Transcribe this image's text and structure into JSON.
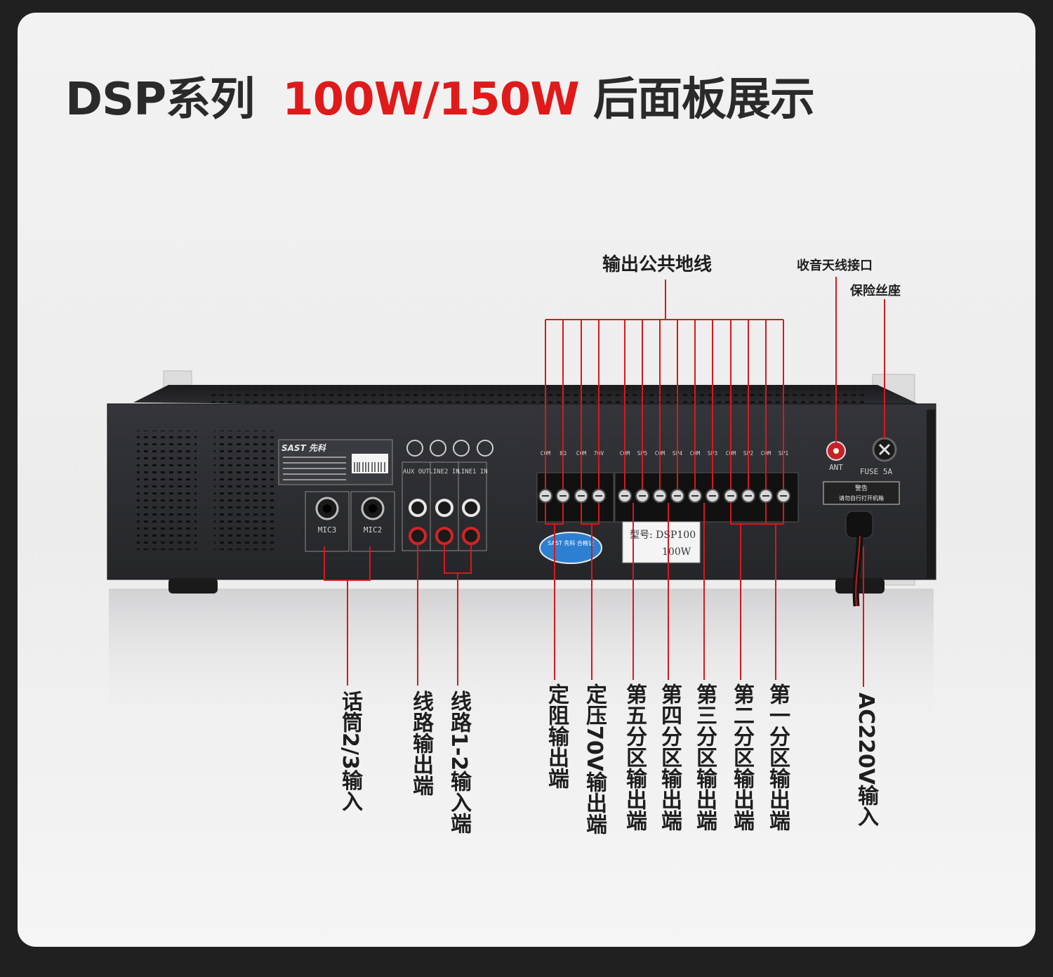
{
  "title": {
    "prefix": "DSP系列",
    "highlight": "100W/150W",
    "suffix": "后面板展示"
  },
  "colors": {
    "highlight": "#e01a1a",
    "leader_line": "#d8181a",
    "panel": "#2b2c2f"
  },
  "top_labels": {
    "common_ground": "输出公共地线",
    "antenna": "收音天线接口",
    "fuse": "保险丝座"
  },
  "bottom_labels": [
    "话筒2/3输入",
    "线路输出端",
    "线路1-2输入端",
    "定阻输出端",
    "定压70V输出端",
    "第五分区输出端",
    "第四分区输出端",
    "第三分区输出端",
    "第二分区输出端",
    "第一分区输出端",
    "AC220V输入"
  ],
  "panel": {
    "brand": "SAST 先科",
    "mic_labels": [
      "MIC3",
      "MIC2"
    ],
    "rca_headers": [
      "AUX OUT",
      "LINE2 IN",
      "LINE1 IN"
    ],
    "terminal_labels": [
      "COM",
      "8Ω",
      "COM",
      "70V",
      "COM",
      "SP5",
      "COM",
      "SP4",
      "COM",
      "SP3",
      "COM",
      "SP2",
      "COM",
      "SP1"
    ],
    "ant_label": "ANT",
    "fuse_label": "FUSE 5A",
    "warning_title": "警告",
    "warning_text": "请勿自行打开机箱",
    "model_line1": "型号: DSP100",
    "model_line2": "100W",
    "sticker": "SAST 先科 合格证",
    "icon_names": [
      "ccc-icon",
      "qs-icon",
      "eco-icon",
      "warranty-icon"
    ]
  }
}
